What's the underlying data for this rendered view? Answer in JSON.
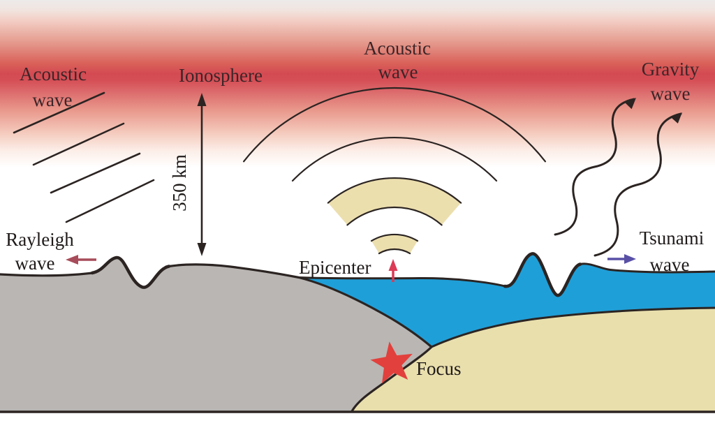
{
  "figure": {
    "type": "scientific-diagram",
    "subject": "Earthquake source (focus) generating Rayleigh waves, tsunami, acoustic and gravity waves that propagate up to the ionosphere"
  },
  "labels": {
    "acoustic_wave_left": {
      "line1": "Acoustic",
      "line2": "wave"
    },
    "acoustic_wave_center": {
      "line1": "Acoustic",
      "line2": "wave"
    },
    "gravity_wave": {
      "line1": "Gravity",
      "line2": "wave"
    },
    "rayleigh_wave": {
      "line1": "Rayleigh",
      "line2": "wave"
    },
    "tsunami_wave": {
      "line1": "Tsunami",
      "line2": "wave"
    },
    "ionosphere": "Ionosphere",
    "ionosphere_altitude": "350 km",
    "epicenter": "Epicenter",
    "focus": "Focus"
  },
  "colors": {
    "ionosphere_peak_red": "#d44a52",
    "top_strip_gray": "#edeaea",
    "water_blue": "#1f9fd8",
    "continental_gray": "#b9b6b4",
    "oceanic_tan": "#e9dfad",
    "wavefront_band_tan": "#ecdfae",
    "focus_star_red": "#e2403c",
    "epicenter_arrow_red": "#dc3a56",
    "rayleigh_arrow_maroon": "#a74c5a",
    "tsunami_arrow_purple": "#5950a6",
    "outline_dark": "#2b2422",
    "text_dark": "#1f1a1a",
    "text_maroon": "#3c2528"
  }
}
